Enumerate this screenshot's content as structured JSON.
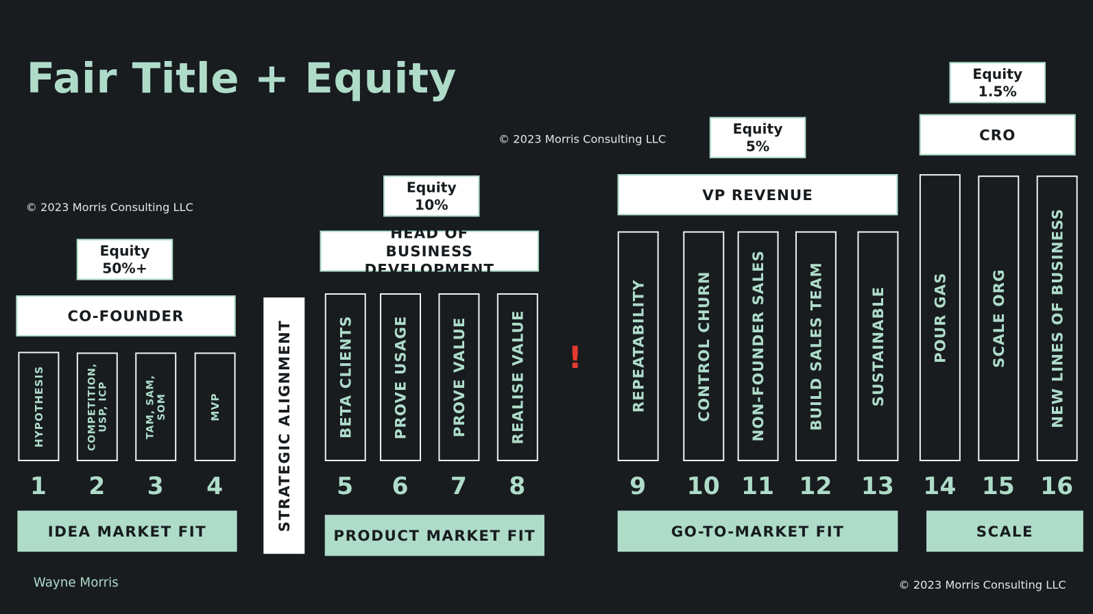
{
  "title": "Fair Title + Equity",
  "copyright": "© 2023 Morris Consulting LLC",
  "author": "Wayne Morris",
  "strategic_alignment": "STRATEGIC ALIGNMENT",
  "alert_mark": "!",
  "colors": {
    "background": "#181c1f",
    "accent": "#aedcc9",
    "alert": "#e53a2f"
  },
  "equity": [
    "Equity\n50%+",
    "Equity\n10%",
    "Equity\n5%",
    "Equity\n1.5%"
  ],
  "roles": [
    "CO-FOUNDER",
    "HEAD OF BUSINESS DEVELOPMENT",
    "VP REVENUE",
    "CRO"
  ],
  "phases": [
    "IDEA MARKET FIT",
    "PRODUCT MARKET FIT",
    "GO-TO-MARKET FIT",
    "SCALE"
  ],
  "stages": [
    {
      "number": "1",
      "label": "HYPOTHESIS"
    },
    {
      "number": "2",
      "label": "COMPETITION,\nUSP, ICP"
    },
    {
      "number": "3",
      "label": "TAM, SAM,\nSOM"
    },
    {
      "number": "4",
      "label": "MVP"
    },
    {
      "number": "5",
      "label": "BETA CLIENTS"
    },
    {
      "number": "6",
      "label": "PROVE USAGE"
    },
    {
      "number": "7",
      "label": "PROVE VALUE"
    },
    {
      "number": "8",
      "label": "REALISE VALUE"
    },
    {
      "number": "9",
      "label": "REPEATABILITY"
    },
    {
      "number": "10",
      "label": "CONTROL CHURN"
    },
    {
      "number": "11",
      "label": "NON-FOUNDER SALES"
    },
    {
      "number": "12",
      "label": "BUILD SALES TEAM"
    },
    {
      "number": "13",
      "label": "SUSTAINABLE"
    },
    {
      "number": "14",
      "label": "POUR GAS"
    },
    {
      "number": "15",
      "label": "SCALE ORG"
    },
    {
      "number": "16",
      "label": "NEW LINES OF BUSINESS"
    }
  ]
}
